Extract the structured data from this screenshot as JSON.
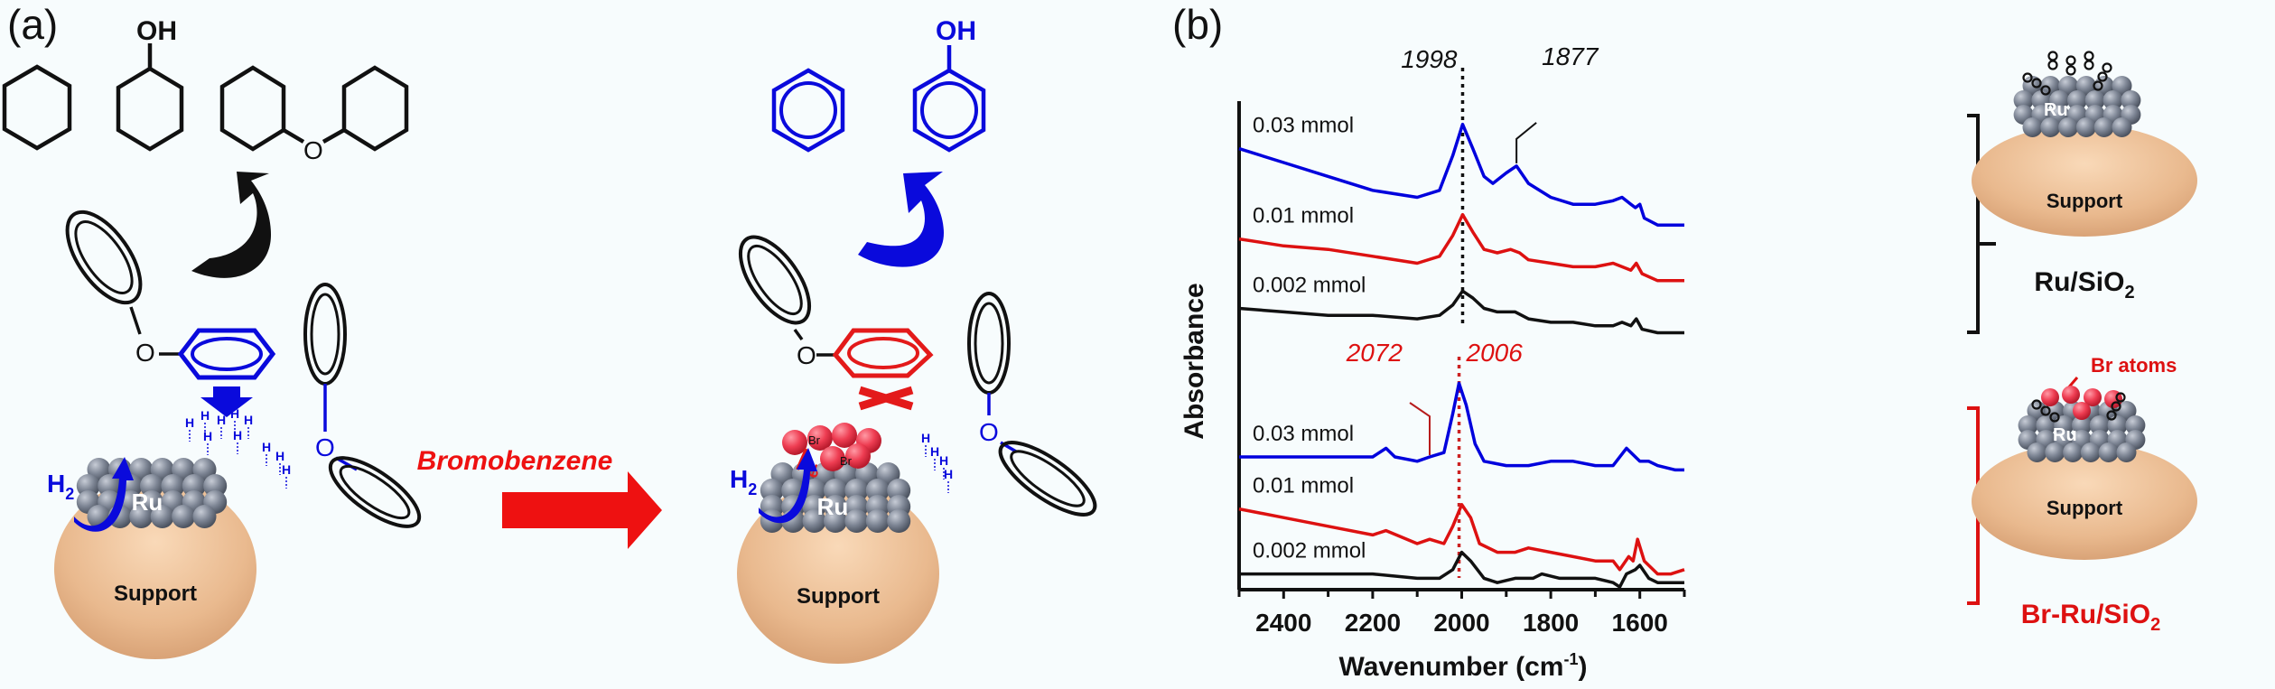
{
  "panel_a": {
    "label": "(a)",
    "products_left": {
      "molecules": [
        "cyclohexane",
        "cyclohexanol",
        "dicyclohexyl ether"
      ],
      "oh_label": "OH",
      "o_label": "O"
    },
    "products_right": {
      "molecules": [
        "benzene",
        "phenol"
      ],
      "oh_label": "OH",
      "color": "#0a0adc"
    },
    "left_scheme": {
      "h2_label": "H2",
      "h_label": "H",
      "metal_label": "Ru",
      "support_label": "Support",
      "o_label": "O"
    },
    "reaction_arrow": {
      "label": "Bromobenzene",
      "color": "#ee1111"
    },
    "right_scheme": {
      "h2_label": "H2",
      "h_label": "H",
      "metal_label": "Ru",
      "support_label": "Support",
      "br_label": "Br",
      "electron_label": "e-",
      "o_label": "O"
    }
  },
  "panel_b": {
    "label": "(b)",
    "side_labels": {
      "top_catalyst": "Ru/SiO2",
      "top_catalyst_main": "Ru/SiO",
      "top_catalyst_sub": "2",
      "bottom_catalyst_main": "Br-Ru/SiO",
      "bottom_catalyst_sub": "2",
      "br_atoms": "Br atoms",
      "support": "Support",
      "metal": "Ru",
      "co_label": "CO"
    }
  },
  "chart_data": {
    "type": "line",
    "title": "",
    "xlabel": "Wavenumber (cm-1)",
    "xlabel_main": "Wavenumber (cm",
    "xlabel_sup": "-1",
    "xlabel_close": ")",
    "ylabel": "Absorbance",
    "xlim": [
      2500,
      1500
    ],
    "x_reversed": true,
    "xticks": [
      2400,
      2200,
      2000,
      1800,
      1600
    ],
    "minor_ticks": [
      2500,
      2300,
      2100,
      1900,
      1700,
      1500
    ],
    "y_ticks_shown": false,
    "groups": [
      {
        "name": "Ru/SiO2",
        "bracket_color": "#111111",
        "reference_line": {
          "x": 1998,
          "color": "#111111",
          "style": "dotted"
        },
        "annotations": [
          {
            "text": "1998",
            "x": 1998,
            "color": "#111111"
          },
          {
            "text": "1877",
            "x": 1877,
            "color": "#111111"
          }
        ],
        "series": [
          {
            "name": "0.03 mmol",
            "color": "#0000dd",
            "points": [
              [
                2500,
                0.86
              ],
              [
                2400,
                0.82
              ],
              [
                2300,
                0.78
              ],
              [
                2200,
                0.74
              ],
              [
                2100,
                0.72
              ],
              [
                2050,
                0.74
              ],
              [
                2020,
                0.84
              ],
              [
                1998,
                0.93
              ],
              [
                1975,
                0.86
              ],
              [
                1950,
                0.78
              ],
              [
                1930,
                0.76
              ],
              [
                1900,
                0.79
              ],
              [
                1877,
                0.81
              ],
              [
                1850,
                0.76
              ],
              [
                1800,
                0.72
              ],
              [
                1750,
                0.7
              ],
              [
                1700,
                0.7
              ],
              [
                1660,
                0.71
              ],
              [
                1640,
                0.72
              ],
              [
                1620,
                0.7
              ],
              [
                1610,
                0.69
              ],
              [
                1600,
                0.7
              ],
              [
                1590,
                0.66
              ],
              [
                1560,
                0.64
              ],
              [
                1500,
                0.64
              ]
            ]
          },
          {
            "name": "0.01 mmol",
            "color": "#dd1111",
            "points": [
              [
                2500,
                0.6
              ],
              [
                2400,
                0.58
              ],
              [
                2300,
                0.57
              ],
              [
                2200,
                0.55
              ],
              [
                2100,
                0.53
              ],
              [
                2050,
                0.55
              ],
              [
                2020,
                0.61
              ],
              [
                1998,
                0.67
              ],
              [
                1975,
                0.62
              ],
              [
                1950,
                0.57
              ],
              [
                1920,
                0.56
              ],
              [
                1890,
                0.57
              ],
              [
                1870,
                0.56
              ],
              [
                1850,
                0.54
              ],
              [
                1800,
                0.53
              ],
              [
                1750,
                0.52
              ],
              [
                1700,
                0.52
              ],
              [
                1660,
                0.53
              ],
              [
                1640,
                0.52
              ],
              [
                1620,
                0.51
              ],
              [
                1608,
                0.53
              ],
              [
                1595,
                0.5
              ],
              [
                1560,
                0.48
              ],
              [
                1500,
                0.48
              ]
            ]
          },
          {
            "name": "0.002 mmol",
            "color": "#111111",
            "points": [
              [
                2500,
                0.4
              ],
              [
                2400,
                0.39
              ],
              [
                2300,
                0.38
              ],
              [
                2200,
                0.38
              ],
              [
                2100,
                0.37
              ],
              [
                2050,
                0.38
              ],
              [
                2020,
                0.41
              ],
              [
                1998,
                0.45
              ],
              [
                1975,
                0.43
              ],
              [
                1950,
                0.4
              ],
              [
                1920,
                0.39
              ],
              [
                1880,
                0.39
              ],
              [
                1850,
                0.37
              ],
              [
                1800,
                0.36
              ],
              [
                1750,
                0.36
              ],
              [
                1700,
                0.35
              ],
              [
                1660,
                0.35
              ],
              [
                1640,
                0.36
              ],
              [
                1620,
                0.35
              ],
              [
                1608,
                0.37
              ],
              [
                1595,
                0.34
              ],
              [
                1560,
                0.33
              ],
              [
                1500,
                0.33
              ]
            ]
          }
        ]
      },
      {
        "name": "Br-Ru/SiO2",
        "bracket_color": "#dd1111",
        "reference_line": {
          "x": 2006,
          "color": "#cc2222",
          "style": "dotted"
        },
        "annotations": [
          {
            "text": "2072",
            "x": 2072,
            "color": "#dd1111"
          },
          {
            "text": "2006",
            "x": 2006,
            "color": "#dd1111"
          }
        ],
        "series": [
          {
            "name": "0.03 mmol",
            "color": "#0000dd",
            "points": [
              [
                2500,
                0.3
              ],
              [
                2400,
                0.3
              ],
              [
                2300,
                0.3
              ],
              [
                2200,
                0.3
              ],
              [
                2170,
                0.32
              ],
              [
                2150,
                0.3
              ],
              [
                2100,
                0.29
              ],
              [
                2072,
                0.3
              ],
              [
                2040,
                0.31
              ],
              [
                2020,
                0.4
              ],
              [
                2006,
                0.47
              ],
              [
                1990,
                0.42
              ],
              [
                1970,
                0.33
              ],
              [
                1950,
                0.29
              ],
              [
                1900,
                0.28
              ],
              [
                1850,
                0.28
              ],
              [
                1800,
                0.29
              ],
              [
                1750,
                0.29
              ],
              [
                1700,
                0.28
              ],
              [
                1660,
                0.28
              ],
              [
                1630,
                0.32
              ],
              [
                1600,
                0.29
              ],
              [
                1580,
                0.29
              ],
              [
                1560,
                0.28
              ],
              [
                1520,
                0.27
              ],
              [
                1500,
                0.27
              ]
            ]
          },
          {
            "name": "0.01 mmol",
            "color": "#dd1111",
            "points": [
              [
                2500,
                0.18
              ],
              [
                2400,
                0.16
              ],
              [
                2300,
                0.14
              ],
              [
                2200,
                0.12
              ],
              [
                2170,
                0.13
              ],
              [
                2100,
                0.1
              ],
              [
                2072,
                0.11
              ],
              [
                2040,
                0.1
              ],
              [
                2020,
                0.14
              ],
              [
                2000,
                0.19
              ],
              [
                1980,
                0.16
              ],
              [
                1960,
                0.1
              ],
              [
                1920,
                0.08
              ],
              [
                1880,
                0.08
              ],
              [
                1850,
                0.09
              ],
              [
                1800,
                0.08
              ],
              [
                1750,
                0.07
              ],
              [
                1700,
                0.06
              ],
              [
                1660,
                0.06
              ],
              [
                1645,
                0.04
              ],
              [
                1625,
                0.07
              ],
              [
                1615,
                0.06
              ],
              [
                1605,
                0.11
              ],
              [
                1590,
                0.06
              ],
              [
                1560,
                0.03
              ],
              [
                1530,
                0.03
              ],
              [
                1500,
                0.04
              ]
            ]
          },
          {
            "name": "0.002 mmol",
            "color": "#111111",
            "points": [
              [
                2500,
                0.03
              ],
              [
                2400,
                0.03
              ],
              [
                2300,
                0.03
              ],
              [
                2200,
                0.03
              ],
              [
                2100,
                0.02
              ],
              [
                2050,
                0.02
              ],
              [
                2020,
                0.04
              ],
              [
                2000,
                0.08
              ],
              [
                1980,
                0.06
              ],
              [
                1950,
                0.02
              ],
              [
                1920,
                0.01
              ],
              [
                1880,
                0.02
              ],
              [
                1840,
                0.02
              ],
              [
                1820,
                0.03
              ],
              [
                1780,
                0.02
              ],
              [
                1700,
                0.02
              ],
              [
                1660,
                0.01
              ],
              [
                1645,
                0.0
              ],
              [
                1630,
                0.03
              ],
              [
                1610,
                0.04
              ],
              [
                1600,
                0.05
              ],
              [
                1580,
                0.02
              ],
              [
                1560,
                0.01
              ],
              [
                1520,
                0.01
              ],
              [
                1500,
                0.01
              ]
            ]
          }
        ]
      }
    ],
    "series_labels": [
      "0.03 mmol",
      "0.01 mmol",
      "0.002 mmol",
      "0.03 mmol",
      "0.01 mmol",
      "0.002 mmol"
    ]
  }
}
